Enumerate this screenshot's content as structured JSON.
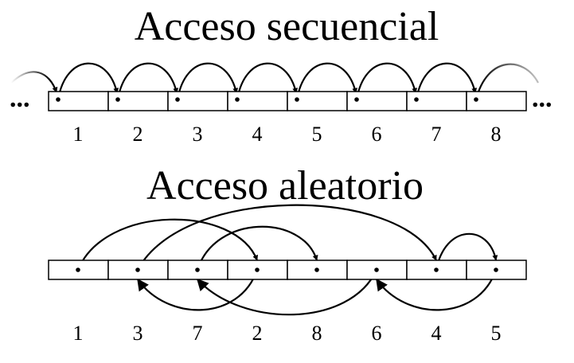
{
  "sequential": {
    "title": "Acceso secuencial",
    "labels": [
      "1",
      "2",
      "3",
      "4",
      "5",
      "6",
      "7",
      "8"
    ],
    "ellipsis_left": "...",
    "ellipsis_right": "..."
  },
  "random": {
    "title": "Acceso aleatorio",
    "labels": [
      "1",
      "3",
      "7",
      "2",
      "8",
      "6",
      "4",
      "5"
    ],
    "visit_order": [
      "1",
      "2",
      "3",
      "4",
      "5",
      "6",
      "7",
      "8"
    ]
  },
  "colors": {
    "stroke": "#000000",
    "fade": "#bbbbbb",
    "background": "#ffffff"
  }
}
